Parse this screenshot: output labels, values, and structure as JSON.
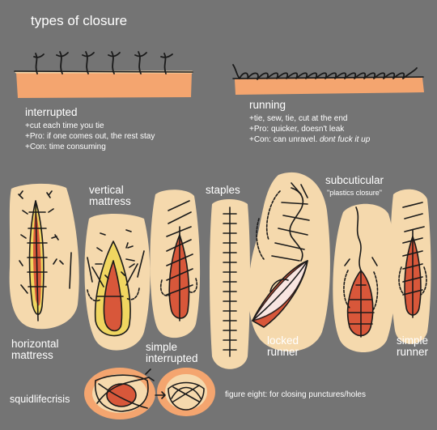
{
  "title": "types of closure",
  "interrupted": {
    "heading": "interrupted",
    "lines": [
      "+cut each time you tie",
      "+Pro: if one comes out, the rest stay",
      "+Con: time consuming"
    ]
  },
  "running": {
    "heading": "running",
    "lines": [
      "+tie, sew, tie, cut at the end",
      "+Pro: quicker, doesn't leak"
    ],
    "con_prefix": "+Con: can unravel. ",
    "con_italic": "dont fuck it up"
  },
  "labels": {
    "vertical_mattress_1": "vertical",
    "vertical_mattress_2": "mattress",
    "staples": "staples",
    "subcuticular": "subcuticular",
    "plastics_closure": "\"plastics closure\"",
    "horizontal_mattress_1": "horizontal",
    "horizontal_mattress_2": "mattress",
    "simple_interrupted_1": "simple",
    "simple_interrupted_2": "interrupted",
    "locked_runner_1": "locked",
    "locked_runner_2": "runner",
    "simple_runner_1": "simple",
    "simple_runner_2": "runner",
    "figure_eight": "figure eight: for closing punctures/holes",
    "signature": "squidlifecrisis"
  },
  "colors": {
    "background": "#747474",
    "skin": "#f5d9ad",
    "flesh": "#f4a56f",
    "wound": "#d8573a",
    "fat": "#f0d660",
    "ink": "#1a1a1a",
    "text": "#ffffff"
  }
}
